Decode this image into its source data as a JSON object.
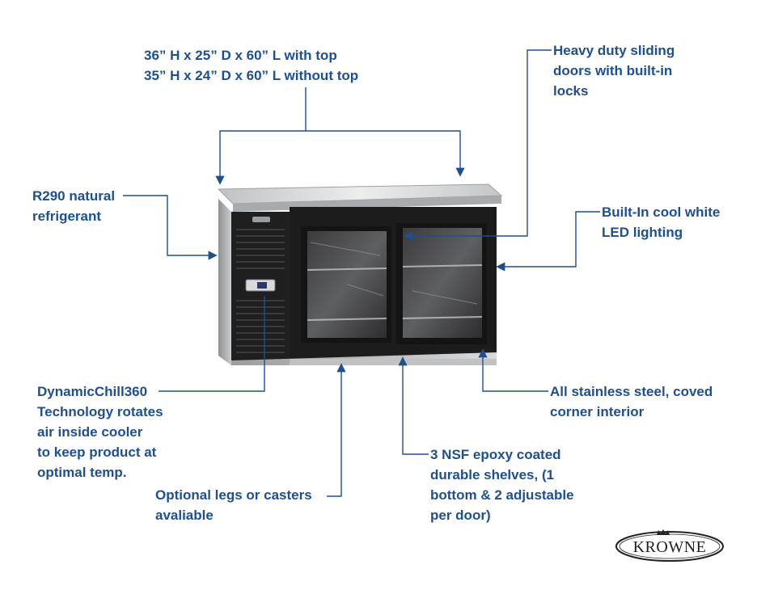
{
  "callouts": {
    "dimensions": [
      "36” H x 25” D x 60” L with top",
      "35” H x 24” D x 60” L without top"
    ],
    "doors": [
      "Heavy duty sliding",
      "doors with built-in",
      "locks"
    ],
    "refrigerant": [
      "R290 natural",
      "refrigerant"
    ],
    "led": [
      "Built-In cool white",
      "LED lighting"
    ],
    "dynamicchill": [
      "DynamicChill360",
      "Technology rotates",
      "air inside cooler",
      "to keep product at",
      "optimal temp."
    ],
    "stainless": [
      "All stainless steel, coved",
      "corner interior"
    ],
    "shelves": [
      "3 NSF epoxy coated",
      "durable shelves, (1",
      "bottom & 2 adjustable",
      "per door)"
    ],
    "legs": [
      "Optional legs or casters",
      "avaliable"
    ]
  },
  "logo": {
    "text": "KROWNE"
  },
  "colors": {
    "label": "#1d4f91",
    "leader": "#1d4f91",
    "cabinet": "#1c1c1c",
    "steel": "#c9cbcd"
  },
  "icons": {
    "arrow": "arrowhead",
    "crown": "crown-icon"
  }
}
